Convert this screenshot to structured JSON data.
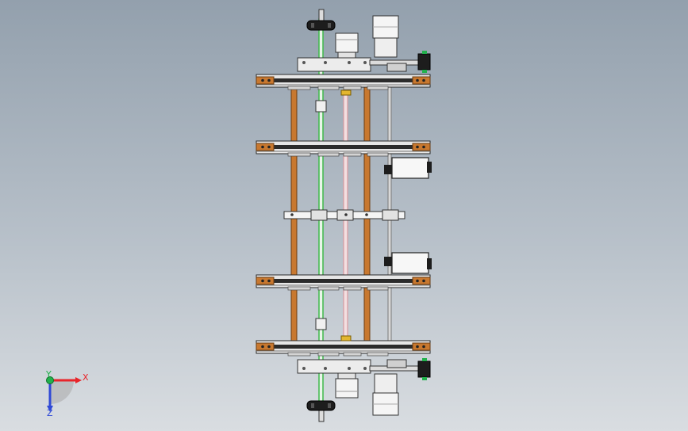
{
  "axes": {
    "x_label": "X",
    "y_label": "Y",
    "z_label": "Z",
    "x_color": "#e8242a",
    "y_color": "#22b14c",
    "z_color": "#2f49d6"
  },
  "colors": {
    "rail_dark": "#2b2b2b",
    "rail_light": "#e6e6e6",
    "orange": "#c8782f",
    "rod_green": "#3fb94a",
    "rod_pink": "#d89aa0",
    "rod_gray": "#8a8a8a",
    "brass": "#e3b630",
    "motor": "#f2f2f2",
    "edge": "#2a2a2a"
  },
  "icons": {
    "triad": "coordinate-triad-icon"
  }
}
